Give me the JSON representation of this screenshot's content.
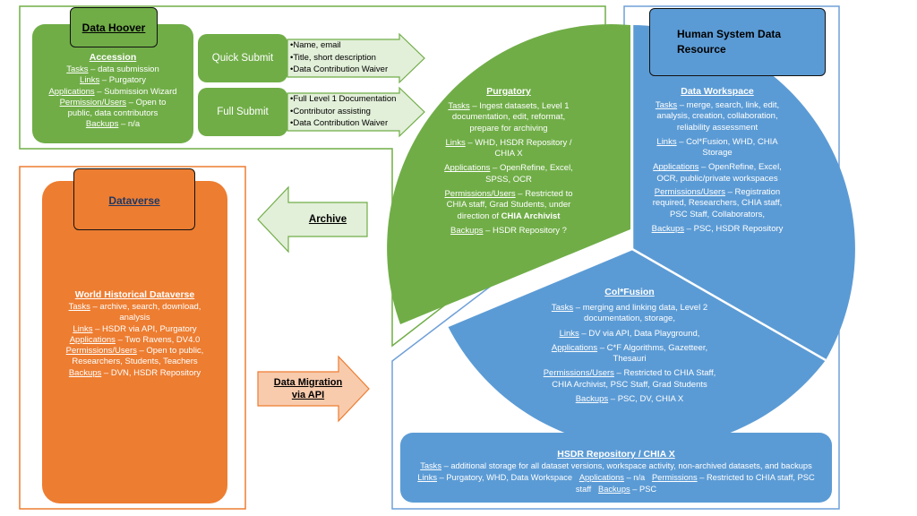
{
  "hoover": {
    "tab": "Data Hoover",
    "accession": {
      "title": "Accession",
      "tasks_key": "Tasks",
      "tasks_val": " – data submission",
      "links_key": "Links",
      "links_val": " – Purgatory",
      "apps_key": "Applications",
      "apps_val": " – Submission Wizard",
      "perm_key": "Permission/Users",
      "perm_val": " – Open to",
      "perm_val2": "public, data contributors",
      "backups_key": "Backups",
      "backups_val": " – n/a"
    },
    "quick_submit": "Quick Submit",
    "full_submit": "Full Submit",
    "quick_bullets": [
      "Name, email",
      "Title, short description",
      "Data Contribution Waiver"
    ],
    "full_bullets": [
      "Full Level 1 Documentation",
      "Contributor assisting",
      "Data Contribution Waiver"
    ]
  },
  "purgatory": {
    "title": "Purgatory",
    "tasks_key": "Tasks",
    "tasks_val": " – Ingest datasets, Level 1",
    "tasks_l2": "documentation, edit, reformat,",
    "tasks_l3": "prepare for archiving",
    "links_key": "Links",
    "links_val": " – WHD, HSDR Repository /",
    "links_l2": "CHIA X",
    "apps_key": "Applications",
    "apps_val": " – OpenRefine, Excel,",
    "apps_l2": "SPSS, OCR",
    "perm_key": "Permissions/Users",
    "perm_val": " – Restricted to",
    "perm_l2": "CHIA staff, Grad Students, under",
    "perm_l3a": "direction of ",
    "perm_l3b": "CHIA Archivist",
    "backups_key": "Backups",
    "backups_val": " – HSDR Repository ?"
  },
  "hsdr": {
    "tab": "Human System Data Resource",
    "workspace": {
      "title": "Data Workspace",
      "tasks_key": "Tasks",
      "tasks_val": " – merge, search, link, edit,",
      "tasks_l2": "analysis, creation, collaboration,",
      "tasks_l3": "reliability assessment",
      "links_key": "Links",
      "links_val": " – Col*Fusion, WHD, CHIA",
      "links_l2": "Storage",
      "apps_key": "Applications",
      "apps_val": " – OpenRefine, Excel,",
      "apps_l2": "OCR, public/private workspaces",
      "perm_key": "Permissions/Users",
      "perm_val": " – Registration",
      "perm_l2": "required, Researchers, CHIA staff,",
      "perm_l3": "PSC Staff, Collaborators,",
      "backups_key": "Backups",
      "backups_val": " – PSC, HSDR Repository"
    },
    "colfusion": {
      "title": "Col*Fusion",
      "tasks_key": "Tasks",
      "tasks_val": " – merging and linking data, Level 2",
      "tasks_l2": "documentation, storage,",
      "links_key": "Links",
      "links_val": " – DV via API, Data Playground,",
      "apps_key": "Applications",
      "apps_val": " – C*F Algorithms, Gazetteer,",
      "apps_l2": "Thesauri",
      "perm_key": "Permissions/Users",
      "perm_val": " – Restricted to CHIA Staff,",
      "perm_l2": "CHIA Archivist, PSC Staff, Grad Students",
      "backups_key": "Backups",
      "backups_val": " – PSC, DV, CHIA X"
    },
    "repository": {
      "title": "HSDR Repository / CHIA X",
      "tasks_key": "Tasks",
      "tasks_val": " – additional storage for all dataset versions, workspace activity, non-archived datasets, and backups",
      "links_key": "Links",
      "links_val": " – Purgatory, WHD, Data Workspace",
      "apps_key": "Applications",
      "apps_val": " – n/a",
      "perm_key": "Permissions",
      "perm_val": " – Restricted to CHIA staff, PSC",
      "l3a": "staff ",
      "backups_key": "Backups",
      "backups_val": " – PSC"
    }
  },
  "dataverse": {
    "tab": "Dataverse",
    "title": "World Historical Dataverse",
    "tasks_key": "Tasks",
    "tasks_val": " – archive, search, download,",
    "tasks_l2": "analysis",
    "links_key": "Links",
    "links_val": " – HSDR via API, Purgatory",
    "apps_key": "Applications",
    "apps_val": " – Two Ravens, DV4.0",
    "perm_key": "Permissions/Users",
    "perm_val": " – Open to public,",
    "perm_l2": "Researchers, Students, Teachers",
    "backups_key": "Backups",
    "backups_val": " – DVN, HSDR Repository"
  },
  "arrows": {
    "archive": "Archive",
    "migration_l1": "Data Migration",
    "migration_l2": "via API"
  },
  "colors": {
    "green": "#70ad47",
    "green_border": "#5a9a3a",
    "light_green": "#e2efd9",
    "orange": "#ed7d31",
    "peach": "#f8cbad",
    "blue": "#5b9bd5",
    "blue_border": "#6fa0d8"
  }
}
